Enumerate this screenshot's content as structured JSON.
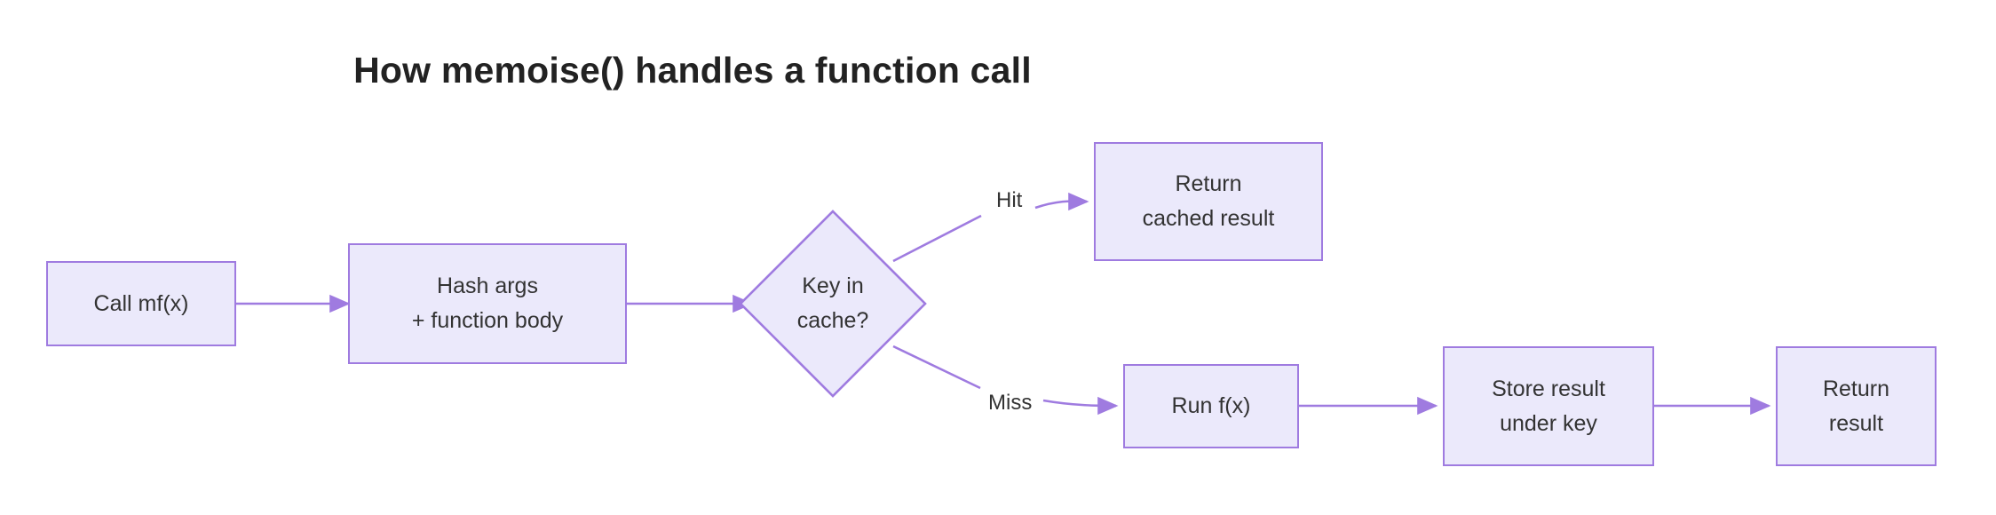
{
  "title": "How memoise() handles a function call",
  "theme": {
    "node_fill": "#ebe9fb",
    "node_border": "#9f7be0",
    "edge_color": "#9f7be0",
    "text_color": "#333333",
    "title_color": "#222222",
    "background": "#ffffff"
  },
  "chart_data": {
    "type": "diagram",
    "diagram_kind": "flowchart",
    "direction": "left-to-right",
    "title": "How memoise() handles a function call",
    "nodes": [
      {
        "id": "call",
        "shape": "rect",
        "lines": [
          "Call mf(x)"
        ]
      },
      {
        "id": "hash",
        "shape": "rect",
        "lines": [
          "Hash args",
          "+ function body"
        ]
      },
      {
        "id": "keyin",
        "shape": "diamond",
        "lines": [
          "Key in",
          "cache?"
        ]
      },
      {
        "id": "cached",
        "shape": "rect",
        "lines": [
          "Return",
          "cached result"
        ]
      },
      {
        "id": "runf",
        "shape": "rect",
        "lines": [
          "Run f(x)"
        ]
      },
      {
        "id": "store",
        "shape": "rect",
        "lines": [
          "Store result",
          "under key"
        ]
      },
      {
        "id": "result",
        "shape": "rect",
        "lines": [
          "Return",
          "result"
        ]
      }
    ],
    "edges": [
      {
        "from": "call",
        "to": "hash",
        "label": ""
      },
      {
        "from": "hash",
        "to": "keyin",
        "label": ""
      },
      {
        "from": "keyin",
        "to": "cached",
        "label": "Hit"
      },
      {
        "from": "keyin",
        "to": "runf",
        "label": "Miss"
      },
      {
        "from": "runf",
        "to": "store",
        "label": ""
      },
      {
        "from": "store",
        "to": "result",
        "label": ""
      }
    ]
  },
  "nodes": {
    "call": {
      "line1": "Call mf(x)"
    },
    "hash": {
      "line1": "Hash args",
      "line2": "+ function body"
    },
    "keyin": {
      "line1": "Key in",
      "line2": "cache?"
    },
    "cached": {
      "line1": "Return",
      "line2": "cached result"
    },
    "runf": {
      "line1": "Run f(x)"
    },
    "store": {
      "line1": "Store result",
      "line2": "under key"
    },
    "result": {
      "line1": "Return",
      "line2": "result"
    }
  },
  "edge_labels": {
    "hit": "Hit",
    "miss": "Miss"
  }
}
